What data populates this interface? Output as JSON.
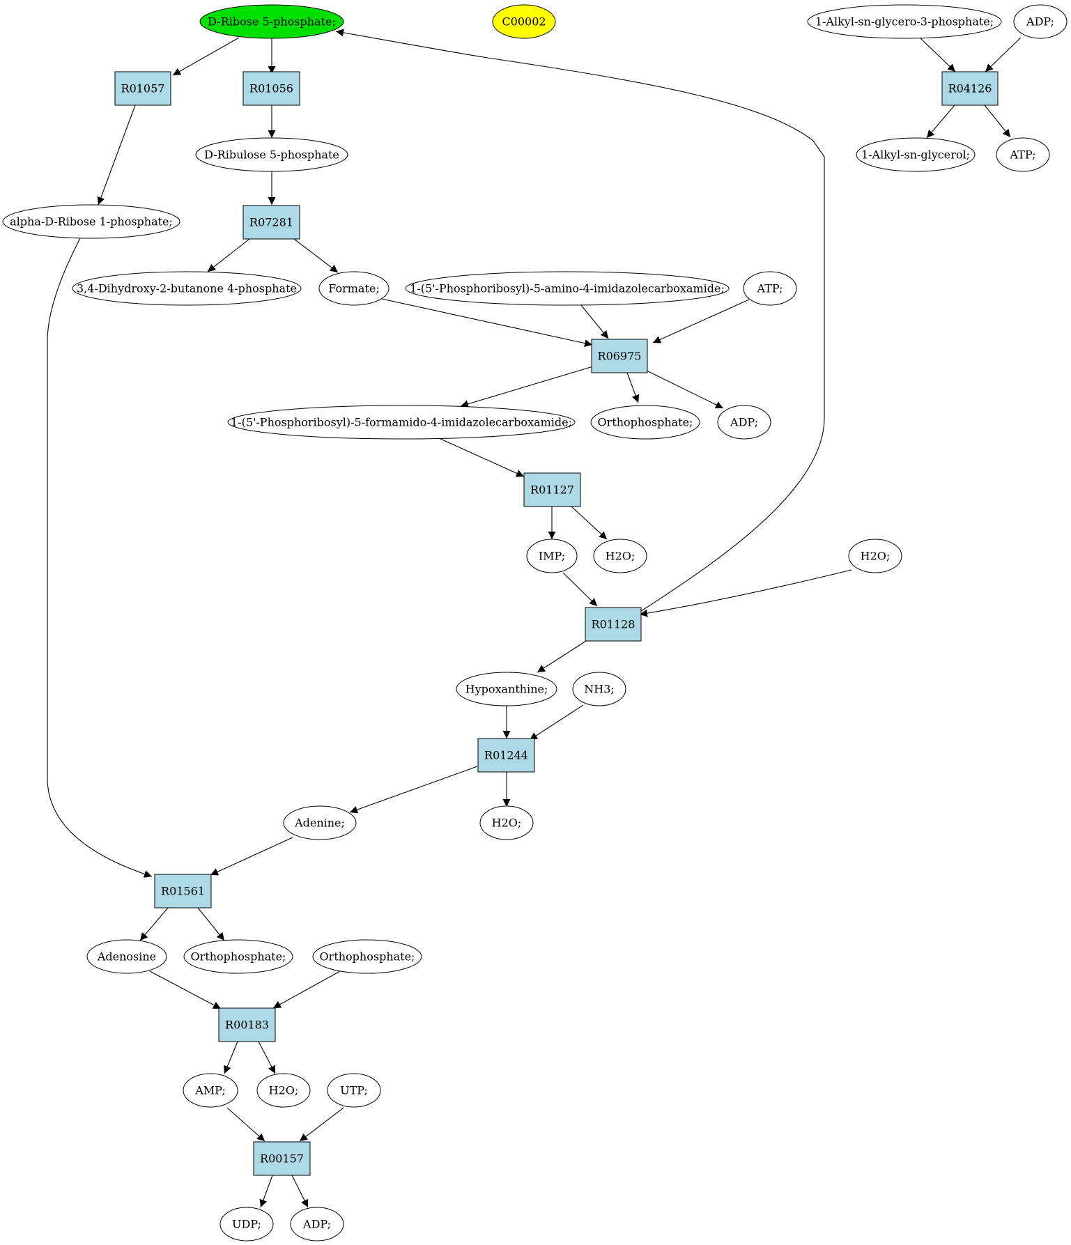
{
  "colors": {
    "start": "#00e000",
    "highlight": "#ffff00",
    "reaction": "#add8e6",
    "compound": "#ffffff"
  },
  "nodes": {
    "ribose5p": "D-Ribose 5-phosphate;",
    "c00002": "C00002",
    "alkyl_g3p": "1-Alkyl-sn-glycero-3-phosphate;",
    "adp_top": "ADP;",
    "r01057": "R01057",
    "r01056": "R01056",
    "r04126": "R04126",
    "ribulose5p": "D-Ribulose 5-phosphate",
    "alkyl_glycerol": "1-Alkyl-sn-glycerol;",
    "atp_top": "ATP;",
    "ribose1p": "alpha-D-Ribose 1-phosphate;",
    "r07281": "R07281",
    "dhbp": "3,4-Dihydroxy-2-butanone 4-phosphate",
    "formate": "Formate;",
    "aicar": "1-(5'-Phosphoribosyl)-5-amino-4-imidazolecarboxamide;",
    "atp_mid": "ATP;",
    "r06975": "R06975",
    "faicar": "1-(5'-Phosphoribosyl)-5-formamido-4-imidazolecarboxamide;",
    "ortho_mid": "Orthophosphate;",
    "adp_mid": "ADP;",
    "r01127": "R01127",
    "imp": "IMP;",
    "h2o_127": "H2O;",
    "h2o_right": "H2O;",
    "r01128": "R01128",
    "hypoxanthine": "Hypoxanthine;",
    "nh3": "NH3;",
    "r01244": "R01244",
    "adenine": "Adenine;",
    "h2o_244": "H2O;",
    "r01561": "R01561",
    "adenosine": "Adenosine",
    "ortho_561": "Orthophosphate;",
    "ortho_183in": "Orthophosphate;",
    "r00183": "R00183",
    "amp": "AMP;",
    "h2o_183": "H2O;",
    "utp": "UTP;",
    "r00157": "R00157",
    "udp": "UDP;",
    "adp_bottom": "ADP;"
  }
}
